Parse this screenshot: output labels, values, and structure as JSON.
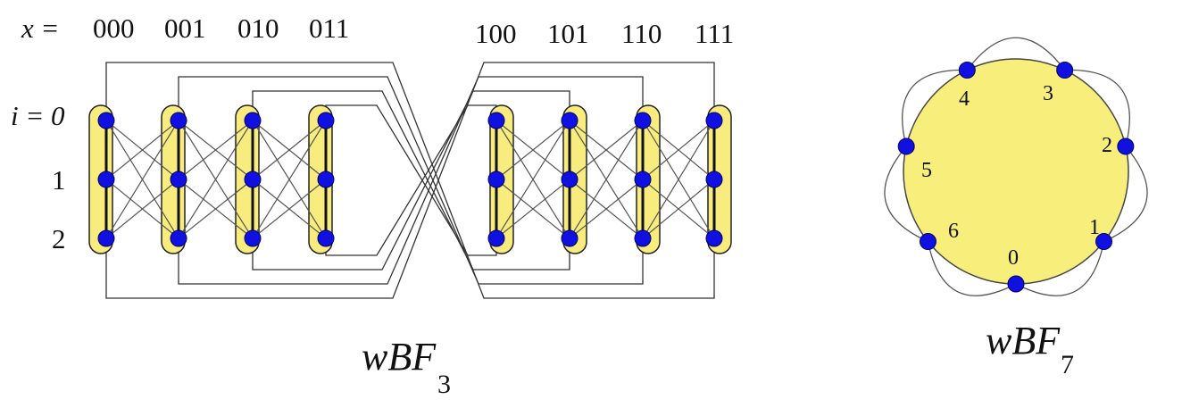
{
  "colors": {
    "node": "#1010e0",
    "node_stroke": "#000066",
    "column_fill": "#f7ec7d",
    "column_stroke": "#222222",
    "edge": "#555555",
    "wrap_edge": "#333333",
    "circle_fill": "#f8ee7c"
  },
  "butterfly": {
    "x_label": "x =",
    "i_label": "i = 0",
    "row_labels": [
      "1",
      "2"
    ],
    "columns": [
      "000",
      "001",
      "010",
      "011",
      "100",
      "101",
      "110",
      "111"
    ],
    "title_main": "wBF",
    "title_sub": "3"
  },
  "ring": {
    "labels": [
      "0",
      "1",
      "2",
      "3",
      "4",
      "5",
      "6"
    ],
    "title_main": "wBF",
    "title_sub": "7"
  }
}
